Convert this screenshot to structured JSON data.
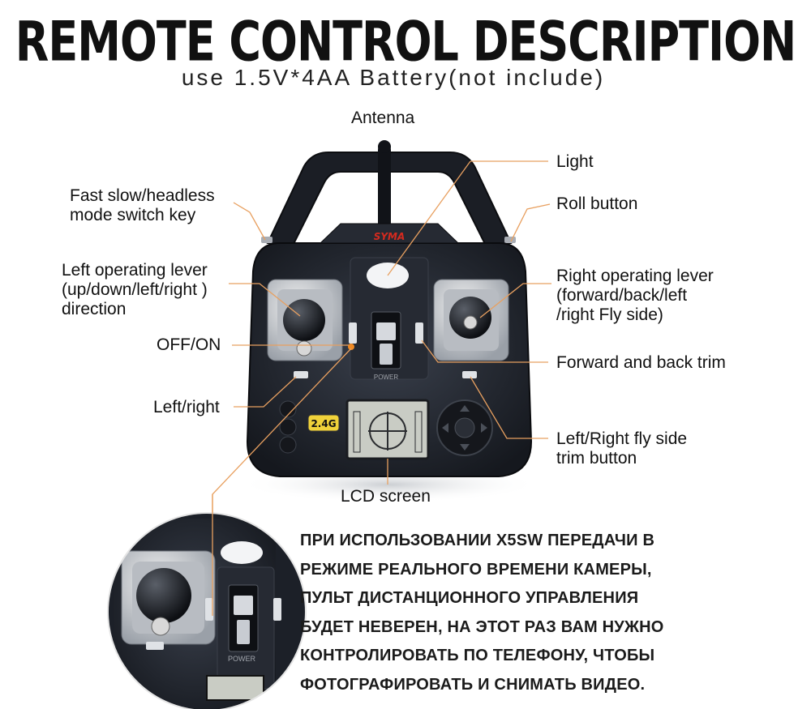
{
  "title": "REMOTE CONTROL DESCRIPTION",
  "subtitle": "use 1.5V*4AA Battery(not include)",
  "labels": {
    "antenna": "Antenna",
    "light": "Light",
    "roll": "Roll button",
    "mode_switch": "Fast slow/headless\nmode switch key",
    "left_lever": "Left operating lever\n(up/down/left/right )\ndirection",
    "right_lever": "Right operating lever\n(forward/back/left\n/right Fly side)",
    "off_on": "OFF/ON",
    "fb_trim": "Forward and back trim",
    "left_right": "Left/right",
    "lr_trim": "Left/Right fly side\ntrim button",
    "lcd": "LCD screen"
  },
  "device": {
    "brand": "SYMA",
    "badge": "2.4G",
    "power": "POWER"
  },
  "note_lines": [
    "ПРИ ИСПОЛЬЗОВАНИИ X5SW ПЕРЕДАЧИ В",
    "РЕЖИМЕ РЕАЛЬНОГО ВРЕМЕНИ КАМЕРЫ,",
    "ПУЛЬТ ДИСТАНЦИОННОГО УПРАВЛЕНИЯ",
    "БУДЕТ НЕВЕРЕН, НА ЭТОТ РАЗ ВАМ НУЖНО",
    "КОНТРОЛИРОВАТЬ ПО ТЕЛЕФОНУ, ЧТОБЫ",
    "ФОТОГРАФИРОВАТЬ И СНИМАТЬ ВИДЕО."
  ],
  "colors": {
    "leader": "#e8a060",
    "body": "#1e222b",
    "accent_brand": "#d42a1f"
  }
}
